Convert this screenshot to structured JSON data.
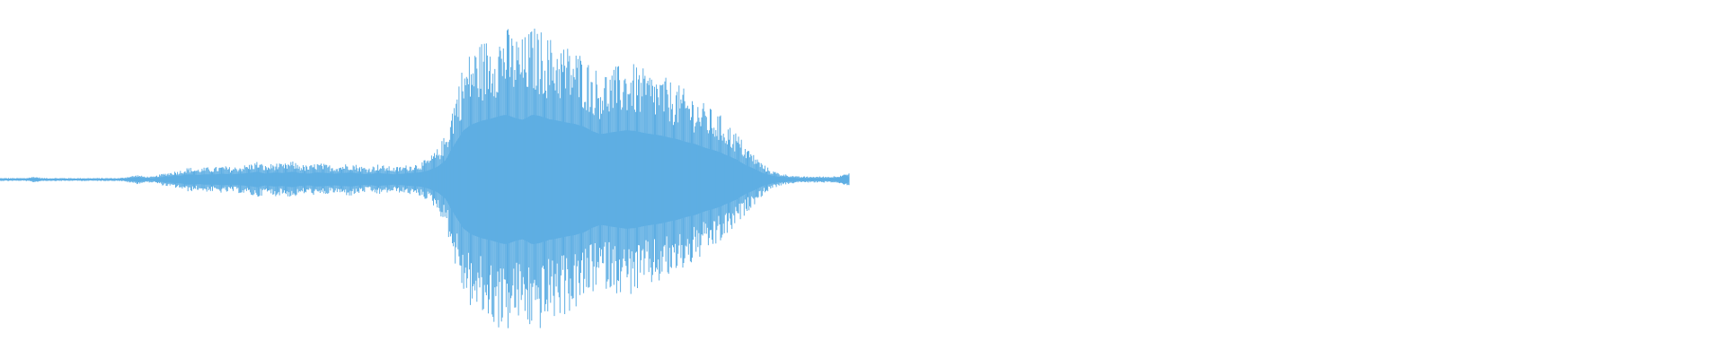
{
  "waveform": {
    "color": "#5eaee3",
    "background": "#ffffff",
    "end_marker_icon": "circle-icon",
    "envelope": [
      0.01,
      0.01,
      0.01,
      0.01,
      0.02,
      0.01,
      0.01,
      0.01,
      0.01,
      0.01,
      0.01,
      0.01,
      0.01,
      0.01,
      0.01,
      0.02,
      0.03,
      0.02,
      0.02,
      0.04,
      0.05,
      0.06,
      0.08,
      0.07,
      0.08,
      0.08,
      0.09,
      0.08,
      0.09,
      0.1,
      0.12,
      0.09,
      0.11,
      0.1,
      0.12,
      0.1,
      0.09,
      0.11,
      0.1,
      0.09,
      0.1,
      0.11,
      0.09,
      0.08,
      0.1,
      0.09,
      0.08,
      0.09,
      0.1,
      0.11,
      0.14,
      0.2,
      0.3,
      0.55,
      0.75,
      0.85,
      0.9,
      0.93,
      0.97,
      1.0,
      0.95,
      0.92,
      1.0,
      0.98,
      0.93,
      0.91,
      0.88,
      0.86,
      0.82,
      0.75,
      0.7,
      0.72,
      0.74,
      0.76,
      0.75,
      0.72,
      0.7,
      0.68,
      0.65,
      0.62,
      0.58,
      0.55,
      0.5,
      0.46,
      0.42,
      0.36,
      0.3,
      0.22,
      0.16,
      0.1,
      0.06,
      0.04,
      0.03,
      0.02,
      0.02,
      0.02,
      0.02,
      0.02,
      0.03,
      0.04
    ]
  }
}
